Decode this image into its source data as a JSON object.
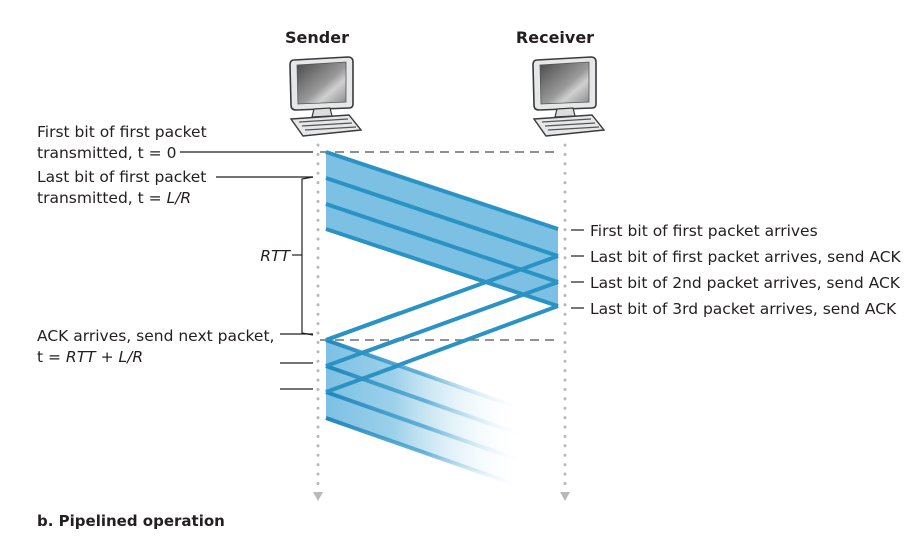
{
  "diagram": {
    "caption": "b. Pipelined operation",
    "nodes": {
      "sender": {
        "label": "Sender",
        "icon": "computer-icon"
      },
      "receiver": {
        "label": "Receiver",
        "icon": "computer-icon"
      }
    },
    "sender_annotations": [
      {
        "line1": "First bit of first packet",
        "line2_prefix": "transmitted, t = ",
        "line2_italic": "",
        "line2_suffix": "0"
      },
      {
        "line1": "Last bit of first packet",
        "line2_prefix": "transmitted, t = ",
        "line2_italic": "L/R",
        "line2_suffix": ""
      },
      {
        "line1": "ACK arrives, send next packet,",
        "line2_prefix": "t = ",
        "line2_italic": "RTT",
        "line2_suffix": " + L/R"
      }
    ],
    "rtt_label": "RTT",
    "receiver_annotations": [
      "First bit of first packet arrives",
      "Last bit of first packet arrives, send ACK",
      "Last bit of 2nd packet arrives, send ACK",
      "Last bit of 3rd packet arrives, send ACK"
    ],
    "packets_sent_initially": 3,
    "acks": 3,
    "colors": {
      "packet_fill": "#7cc0e3",
      "packet_edge": "#2a93c4",
      "timeline_dots": "#b9b9b9",
      "dashed_line": "#6d6e71",
      "text": "#231f20"
    }
  }
}
